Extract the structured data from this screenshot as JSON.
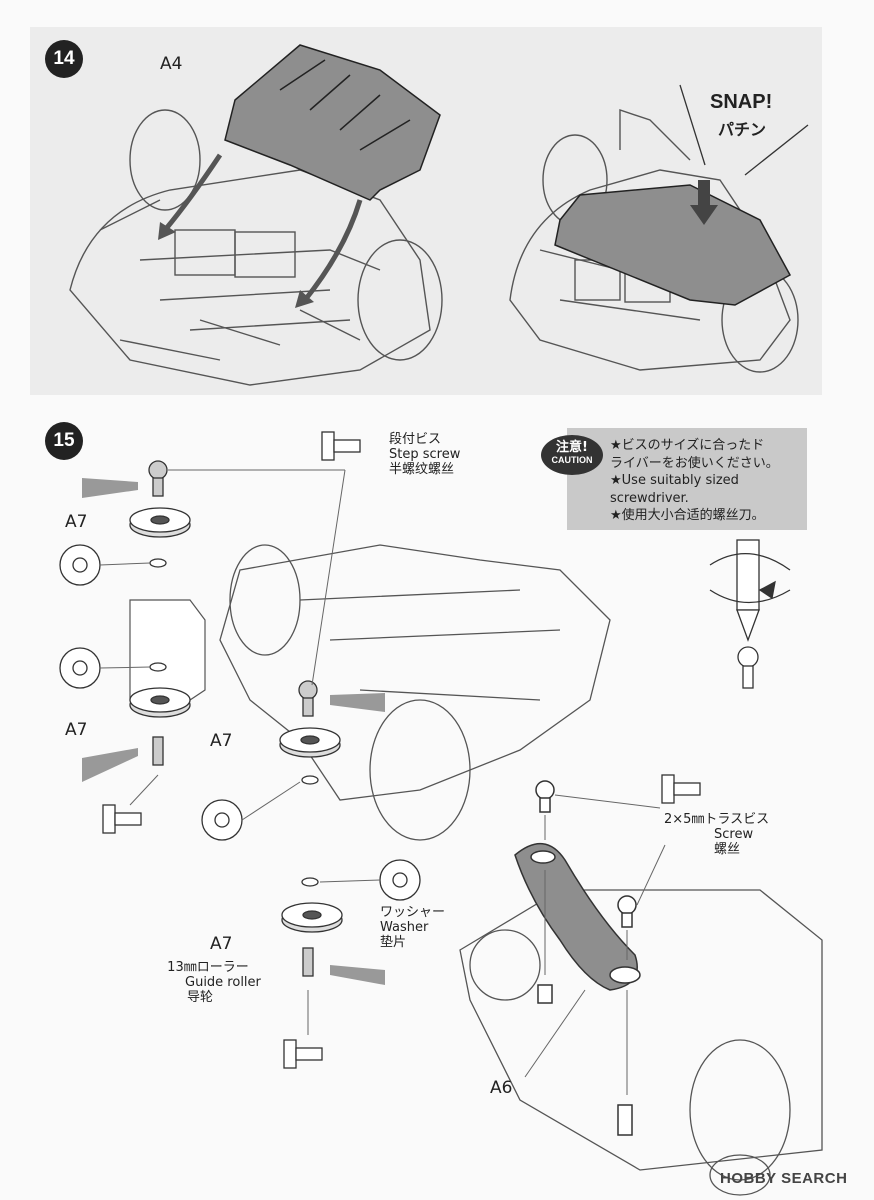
{
  "step14": {
    "number": "14",
    "part_label": "A4",
    "snap_label": "SNAP!",
    "snap_label_jp": "パチン"
  },
  "step15": {
    "number": "15",
    "step_screw": {
      "jp": "段付ビス",
      "en": "Step screw",
      "cn": "半螺纹螺丝"
    },
    "caution": {
      "badge_jp": "注意!",
      "badge_en": "CAUTION",
      "lines": [
        "★ビスのサイズに合ったド",
        "ライバーをお使いください。",
        "★Use suitably sized",
        "screwdriver.",
        "★使用大小合适的螺丝刀。"
      ]
    },
    "parts": {
      "a7_top": "A7",
      "a7_mid": "A7",
      "a7_center": "A7",
      "a7_bottom": "A7",
      "a6": "A6"
    },
    "washer": {
      "jp": "ワッシャー",
      "en": "Washer",
      "cn": "垫片"
    },
    "roller": {
      "jp": "13㎜ローラー",
      "en": "Guide roller",
      "cn": "导轮"
    },
    "truss_screw": {
      "jp": "2×5㎜トラスビス",
      "en": "Screw",
      "cn": "螺丝"
    }
  },
  "watermark": "HOBBY SEARCH",
  "colors": {
    "panel": "#ececec",
    "part_fill": "#8e8e8e",
    "ink": "#222222"
  }
}
